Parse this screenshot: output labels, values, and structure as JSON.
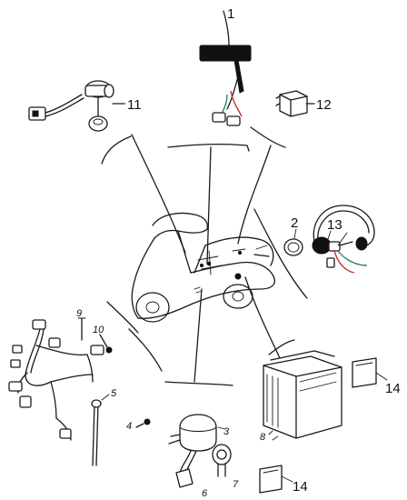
{
  "callouts": [
    {
      "id": "c1",
      "text": "1",
      "size": "big"
    },
    {
      "id": "c2",
      "text": "2",
      "size": "big"
    },
    {
      "id": "c3",
      "text": "3",
      "size": "small"
    },
    {
      "id": "c4",
      "text": "4",
      "size": "small"
    },
    {
      "id": "c5",
      "text": "5",
      "size": "small"
    },
    {
      "id": "c6",
      "text": "6",
      "size": "small"
    },
    {
      "id": "c7",
      "text": "7",
      "size": "small"
    },
    {
      "id": "c8",
      "text": "8",
      "size": "small"
    },
    {
      "id": "c9",
      "text": "9",
      "size": "small"
    },
    {
      "id": "c10",
      "text": "10",
      "size": "small"
    },
    {
      "id": "c11",
      "text": "11",
      "size": "big"
    },
    {
      "id": "c12",
      "text": "12",
      "size": "big"
    },
    {
      "id": "c13",
      "text": "13",
      "size": "big"
    },
    {
      "id": "c14a",
      "text": "14",
      "size": "big"
    },
    {
      "id": "c14b",
      "text": "14",
      "size": "big"
    }
  ],
  "colors": {
    "line": "#1a1a1a",
    "wire_red": "#c0392b",
    "wire_green": "#27865a",
    "background": "#ffffff"
  }
}
